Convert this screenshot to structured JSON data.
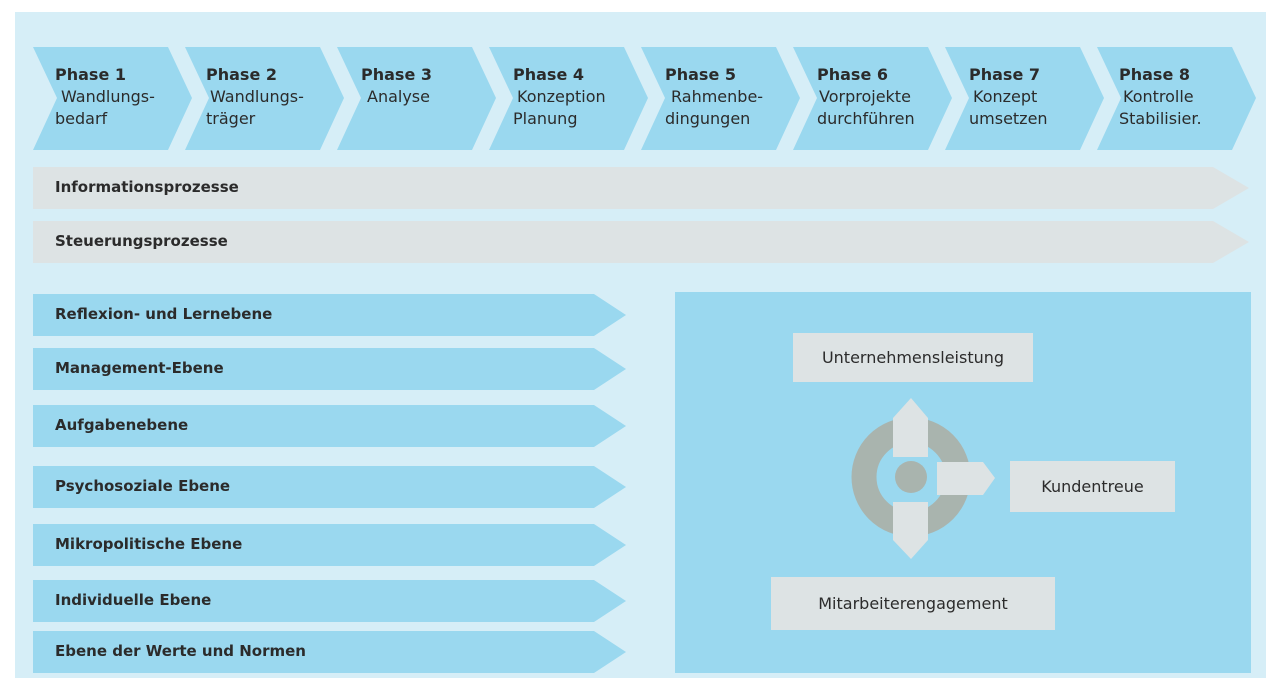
{
  "phases": [
    {
      "title": "Phase 1",
      "line1": "Wandlungs-",
      "line2": "bedarf"
    },
    {
      "title": "Phase 2",
      "line1": "Wandlungs-",
      "line2": "träger"
    },
    {
      "title": "Phase 3",
      "line1": "Analyse",
      "line2": ""
    },
    {
      "title": "Phase 4",
      "line1": "Konzeption",
      "line2": "Planung"
    },
    {
      "title": "Phase 5",
      "line1": "Rahmenbe-",
      "line2": "dingungen"
    },
    {
      "title": "Phase 6",
      "line1": "Vorprojekte",
      "line2": "durchführen"
    },
    {
      "title": "Phase 7",
      "line1": "Konzept",
      "line2": "umsetzen"
    },
    {
      "title": "Phase 8",
      "line1": "Kontrolle",
      "line2": "Stabilisier."
    }
  ],
  "processes": {
    "information": "Informationsprozesse",
    "control": "Steuerungsprozesse"
  },
  "levels": [
    "Reflexion- und Lernebene",
    "Management-Ebene",
    "Aufgabenebene",
    "Psychosoziale Ebene",
    "Mikropolitische Ebene",
    "Individuelle Ebene",
    "Ebene der Werte und Normen"
  ],
  "cycle": {
    "top": "Unternehmensleistung",
    "right": "Kundentreue",
    "bottom": "Mitarbeiterengagement"
  },
  "colors": {
    "background": "#d6eef7",
    "chevron": "#9ad8ef",
    "process_bar": "#dde3e4",
    "ring": "#a9b4ae",
    "arrow": "#dde3e4"
  }
}
